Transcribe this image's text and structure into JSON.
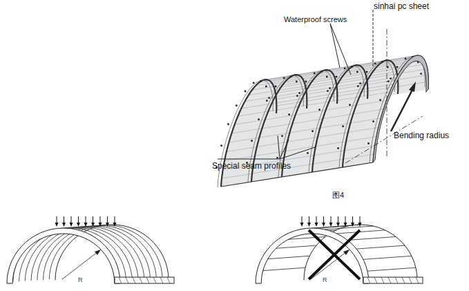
{
  "diagram": {
    "labels": [
      "sinhai pc sheet",
      "Waterproof screws",
      "Bending radius",
      "Special seam profiles",
      "图4",
      "R",
      "R"
    ]
  }
}
